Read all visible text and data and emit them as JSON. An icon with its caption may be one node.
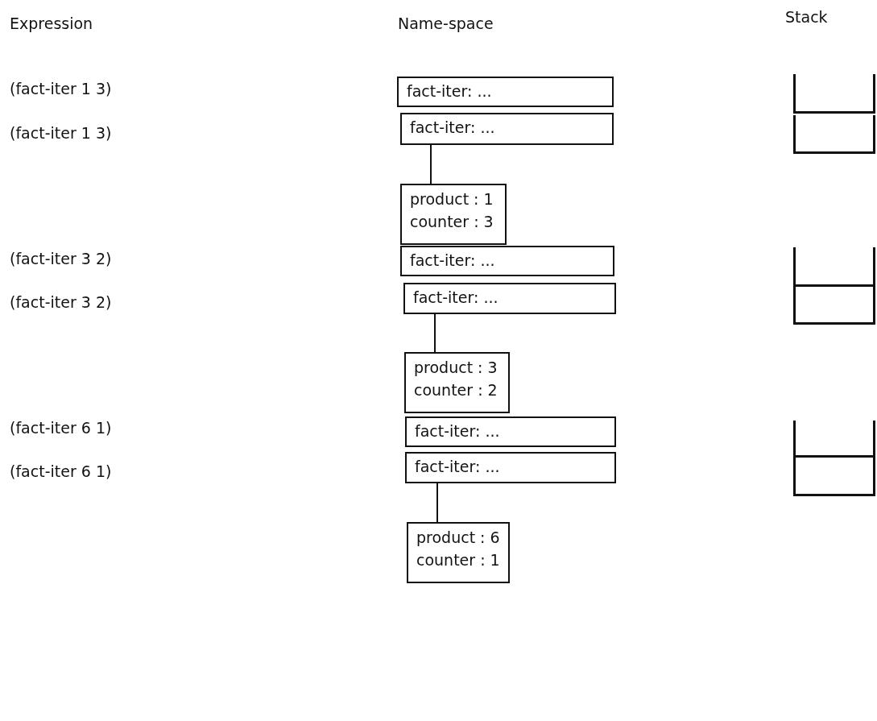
{
  "diagram": {
    "nodes": [
      {
        "text": [
          "fact-iter: ..."
        ]
      },
      {
        "text": [],
        "shape": "box"
      },
      {
        "text": [
          "fact-iter: ..."
        ]
      },
      {
        "text": [],
        "shape": "box"
      },
      {
        "text": [
          "product : 1",
          "counter : 3"
        ]
      },
      {
        "text": [
          "fact-iter: ..."
        ]
      },
      {
        "text": [],
        "shape": "box"
      },
      {
        "text": [
          "fact-iter: ..."
        ]
      },
      {
        "text": [],
        "shape": "box"
      },
      {
        "text": [
          "product : 3",
          "counter : 2"
        ]
      },
      {
        "text": [
          "fact-iter: ..."
        ]
      },
      {
        "text": [],
        "shape": "box"
      },
      {
        "text": [
          "fact-iter: ..."
        ]
      },
      {
        "text": [],
        "shape": "box"
      },
      {
        "text": [
          "product : 6",
          "counter : 1"
        ]
      }
    ],
    "edges": [
      {
        "from": 2,
        "to": 4,
        "arrow": "none"
      },
      {
        "from": 7,
        "to": 9,
        "arrow": "none"
      },
      {
        "from": 12,
        "to": 14,
        "arrow": "none"
      }
    ],
    "labels": [
      "Expression",
      "Name-space",
      "Stack",
      "(fact-iter 1 3)",
      "(fact-iter 1 3)",
      "(fact-iter 3 2)",
      "(fact-iter 3 2)",
      "(fact-iter 6 1)",
      "(fact-iter 6 1)"
    ]
  }
}
